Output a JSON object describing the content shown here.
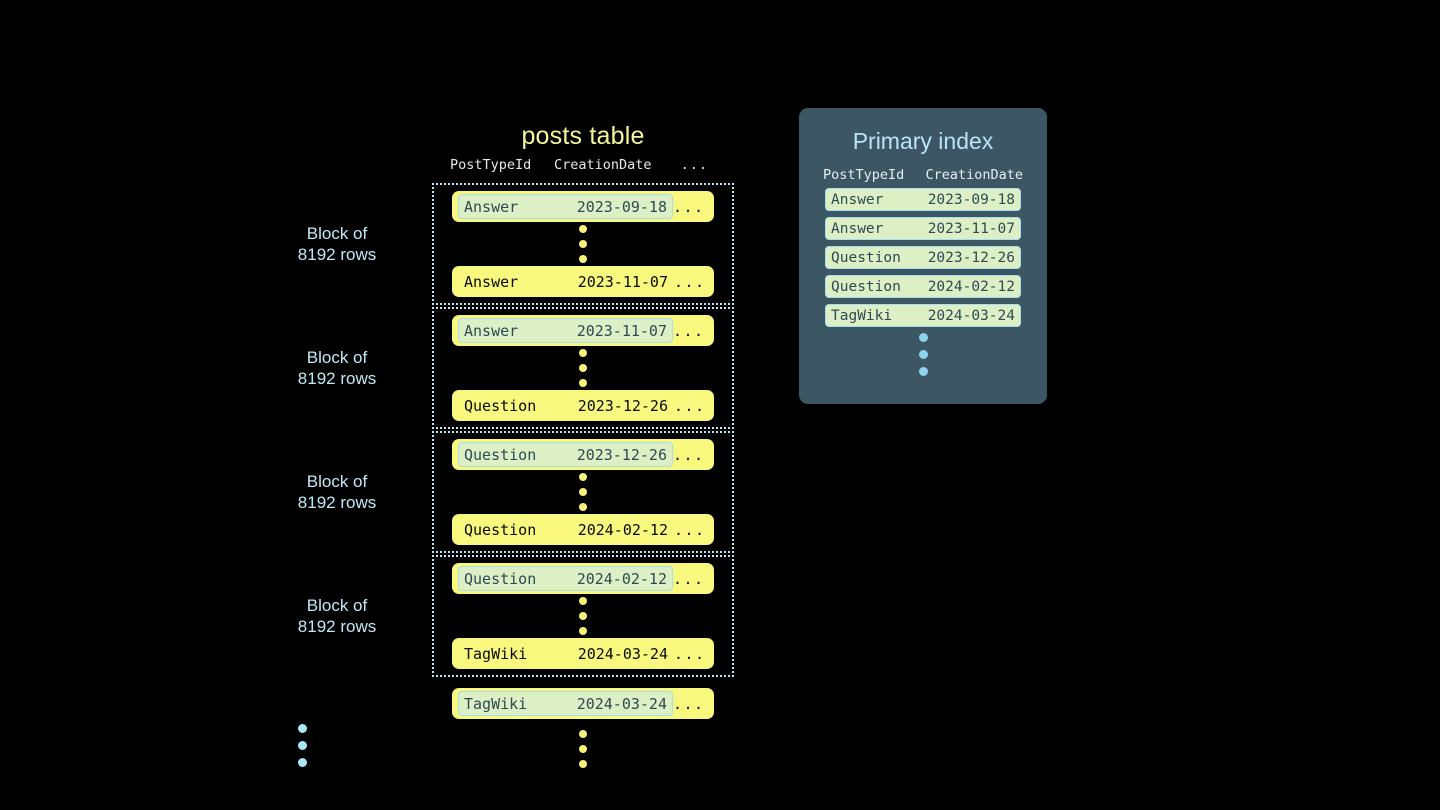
{
  "posts_table": {
    "title": "posts table",
    "columns": [
      "PostTypeId",
      "CreationDate"
    ],
    "ellipsis_header": "...",
    "row_ellipsis": "...",
    "block_label": "Block of\n8192 rows",
    "blocks": [
      {
        "label": "Block of\n8192 rows",
        "first_row": {
          "post_type_id": "Answer",
          "creation_date": "2023-09-18",
          "highlighted": true
        },
        "last_row": {
          "post_type_id": "Answer",
          "creation_date": "2023-11-07",
          "highlighted": false
        }
      },
      {
        "label": "Block of\n8192 rows",
        "first_row": {
          "post_type_id": "Answer",
          "creation_date": "2023-11-07",
          "highlighted": true
        },
        "last_row": {
          "post_type_id": "Question",
          "creation_date": "2023-12-26",
          "highlighted": false
        }
      },
      {
        "label": "Block of\n8192 rows",
        "first_row": {
          "post_type_id": "Question",
          "creation_date": "2023-12-26",
          "highlighted": true
        },
        "last_row": {
          "post_type_id": "Question",
          "creation_date": "2024-02-12",
          "highlighted": false
        }
      },
      {
        "label": "Block of\n8192 rows",
        "first_row": {
          "post_type_id": "Question",
          "creation_date": "2024-02-12",
          "highlighted": true
        },
        "last_row": {
          "post_type_id": "TagWiki",
          "creation_date": "2024-03-24",
          "highlighted": false
        }
      }
    ],
    "tail_row": {
      "post_type_id": "TagWiki",
      "creation_date": "2024-03-24",
      "highlighted": true
    }
  },
  "primary_index": {
    "title": "Primary index",
    "columns": [
      "PostTypeId",
      "CreationDate"
    ],
    "rows": [
      {
        "post_type_id": "Answer",
        "creation_date": "2023-09-18"
      },
      {
        "post_type_id": "Answer",
        "creation_date": "2023-11-07"
      },
      {
        "post_type_id": "Question",
        "creation_date": "2023-12-26"
      },
      {
        "post_type_id": "Question",
        "creation_date": "2024-02-12"
      },
      {
        "post_type_id": "TagWiki",
        "creation_date": "2024-03-24"
      }
    ]
  },
  "colors": {
    "background": "#000000",
    "row_yellow": "#f9f87e",
    "highlight_green": "#ddefc4",
    "highlight_border": "#a9dced",
    "accent_blue": "#b9e3f7",
    "panel_bg": "#3c5663",
    "title_yellow": "#f4f79a",
    "dot_yellow": "#f7f379"
  }
}
